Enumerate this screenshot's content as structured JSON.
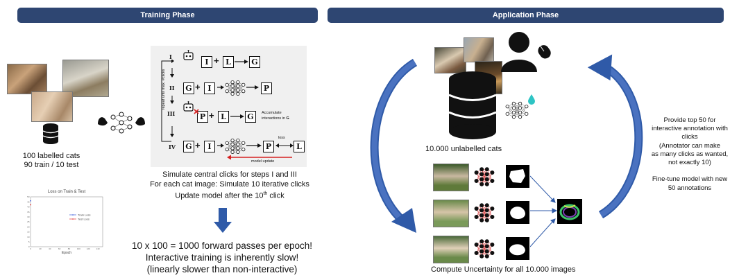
{
  "training": {
    "title": "Training Phase",
    "dataset_line1": "100 labelled cats",
    "dataset_line2": "90 train / 10 test",
    "steps": {
      "repeat_label": "repeat until max. #clicks",
      "roman": [
        "I",
        "II",
        "III",
        "IV"
      ],
      "symbols": {
        "I": "I",
        "L": "L",
        "G": "G",
        "P": "P"
      },
      "accumulate_line1": "Accumulate",
      "accumulate_line2": "interactions in ",
      "accumulate_bold": "G",
      "loss_label": "loss",
      "update_label": "model update"
    },
    "sim_line1": "Simulate central clicks for steps I and III",
    "sim_line2": "For each cat image: Simulate 10 iterative clicks",
    "sim_line3_pre": "Update model after the 10",
    "sim_line3_sup": "th",
    "sim_line3_post": " click",
    "result_line1": "10 x 100 = 1000 forward passes per epoch!",
    "result_line2": "Interactive training is inherently slow!",
    "result_line3": "(linearly slower than non-interactive)"
  },
  "application": {
    "title": "Application Phase",
    "unlabelled": "10.000 unlabelled cats",
    "uncertainty": "Compute Uncertainty  for all 10.000 images",
    "side_text": [
      "Provide  top 50 for",
      "interactive annotation with",
      "clicks",
      "(Annotator can make",
      "as many clicks as wanted,",
      "not exactly 10)",
      "",
      "Fine-tune model with new",
      "50 annotations"
    ]
  },
  "chart_data": {
    "type": "line",
    "title": "Loss on Train & Test",
    "xlabel": "Epoch",
    "ylabel": "",
    "x_ticks": [
      "0",
      "20",
      "40",
      "60",
      "80",
      "100",
      "120",
      "140"
    ],
    "y_ticks": [
      "50",
      "45",
      "40",
      "35",
      "30",
      "25",
      "20",
      "15",
      "10",
      "5",
      "0"
    ],
    "xlim": [
      0,
      150
    ],
    "ylim": [
      0,
      50
    ],
    "legend_position": "right",
    "series": [
      {
        "name": "Train Loss",
        "color": "#3b5bdb",
        "x": [
          0
        ],
        "y": [
          46
        ]
      },
      {
        "name": "Test Loss",
        "color": "#e03131",
        "x": [
          0
        ],
        "y": [
          42
        ]
      }
    ]
  },
  "colors": {
    "phase_bar": "#2e4672",
    "arrow_blue": "#2f5aa8",
    "red": "#d62020"
  }
}
